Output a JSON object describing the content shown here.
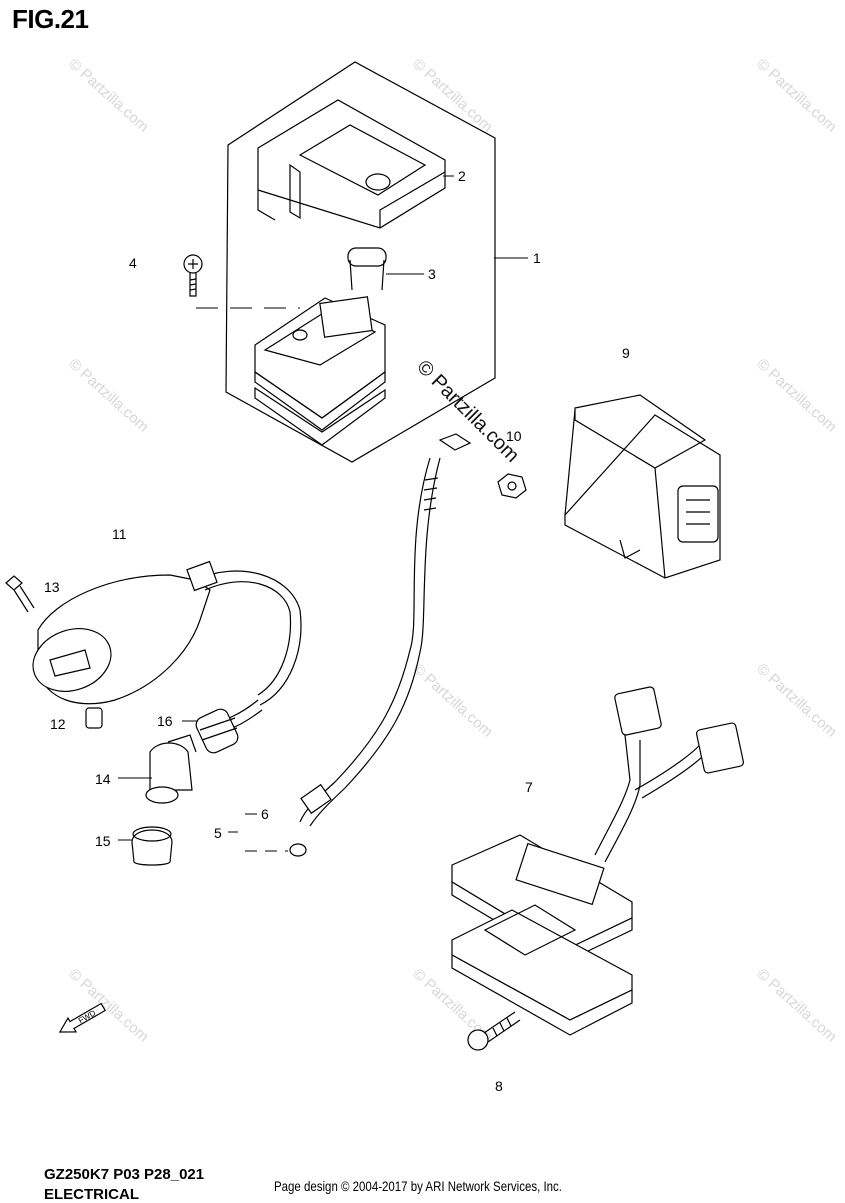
{
  "figure": {
    "title": "FIG.21",
    "model_code": "GZ250K7 P03 P28_021",
    "category": "ELECTRICAL",
    "copyright": "Page design © 2004-2017 by ARI Network Services, Inc."
  },
  "watermark": {
    "tile_text": "© Partzilla.com",
    "center_text": "© Partzilla.com"
  },
  "callouts": {
    "p1": "1",
    "p2": "2",
    "p3": "3",
    "p4": "4",
    "p5": "5",
    "p6": "6",
    "p7": "7",
    "p8": "8",
    "p9": "9",
    "p10": "10",
    "p11": "11",
    "p12": "12",
    "p13": "13",
    "p14": "14",
    "p15": "15",
    "p16": "16"
  },
  "fwd_label": "FWD"
}
